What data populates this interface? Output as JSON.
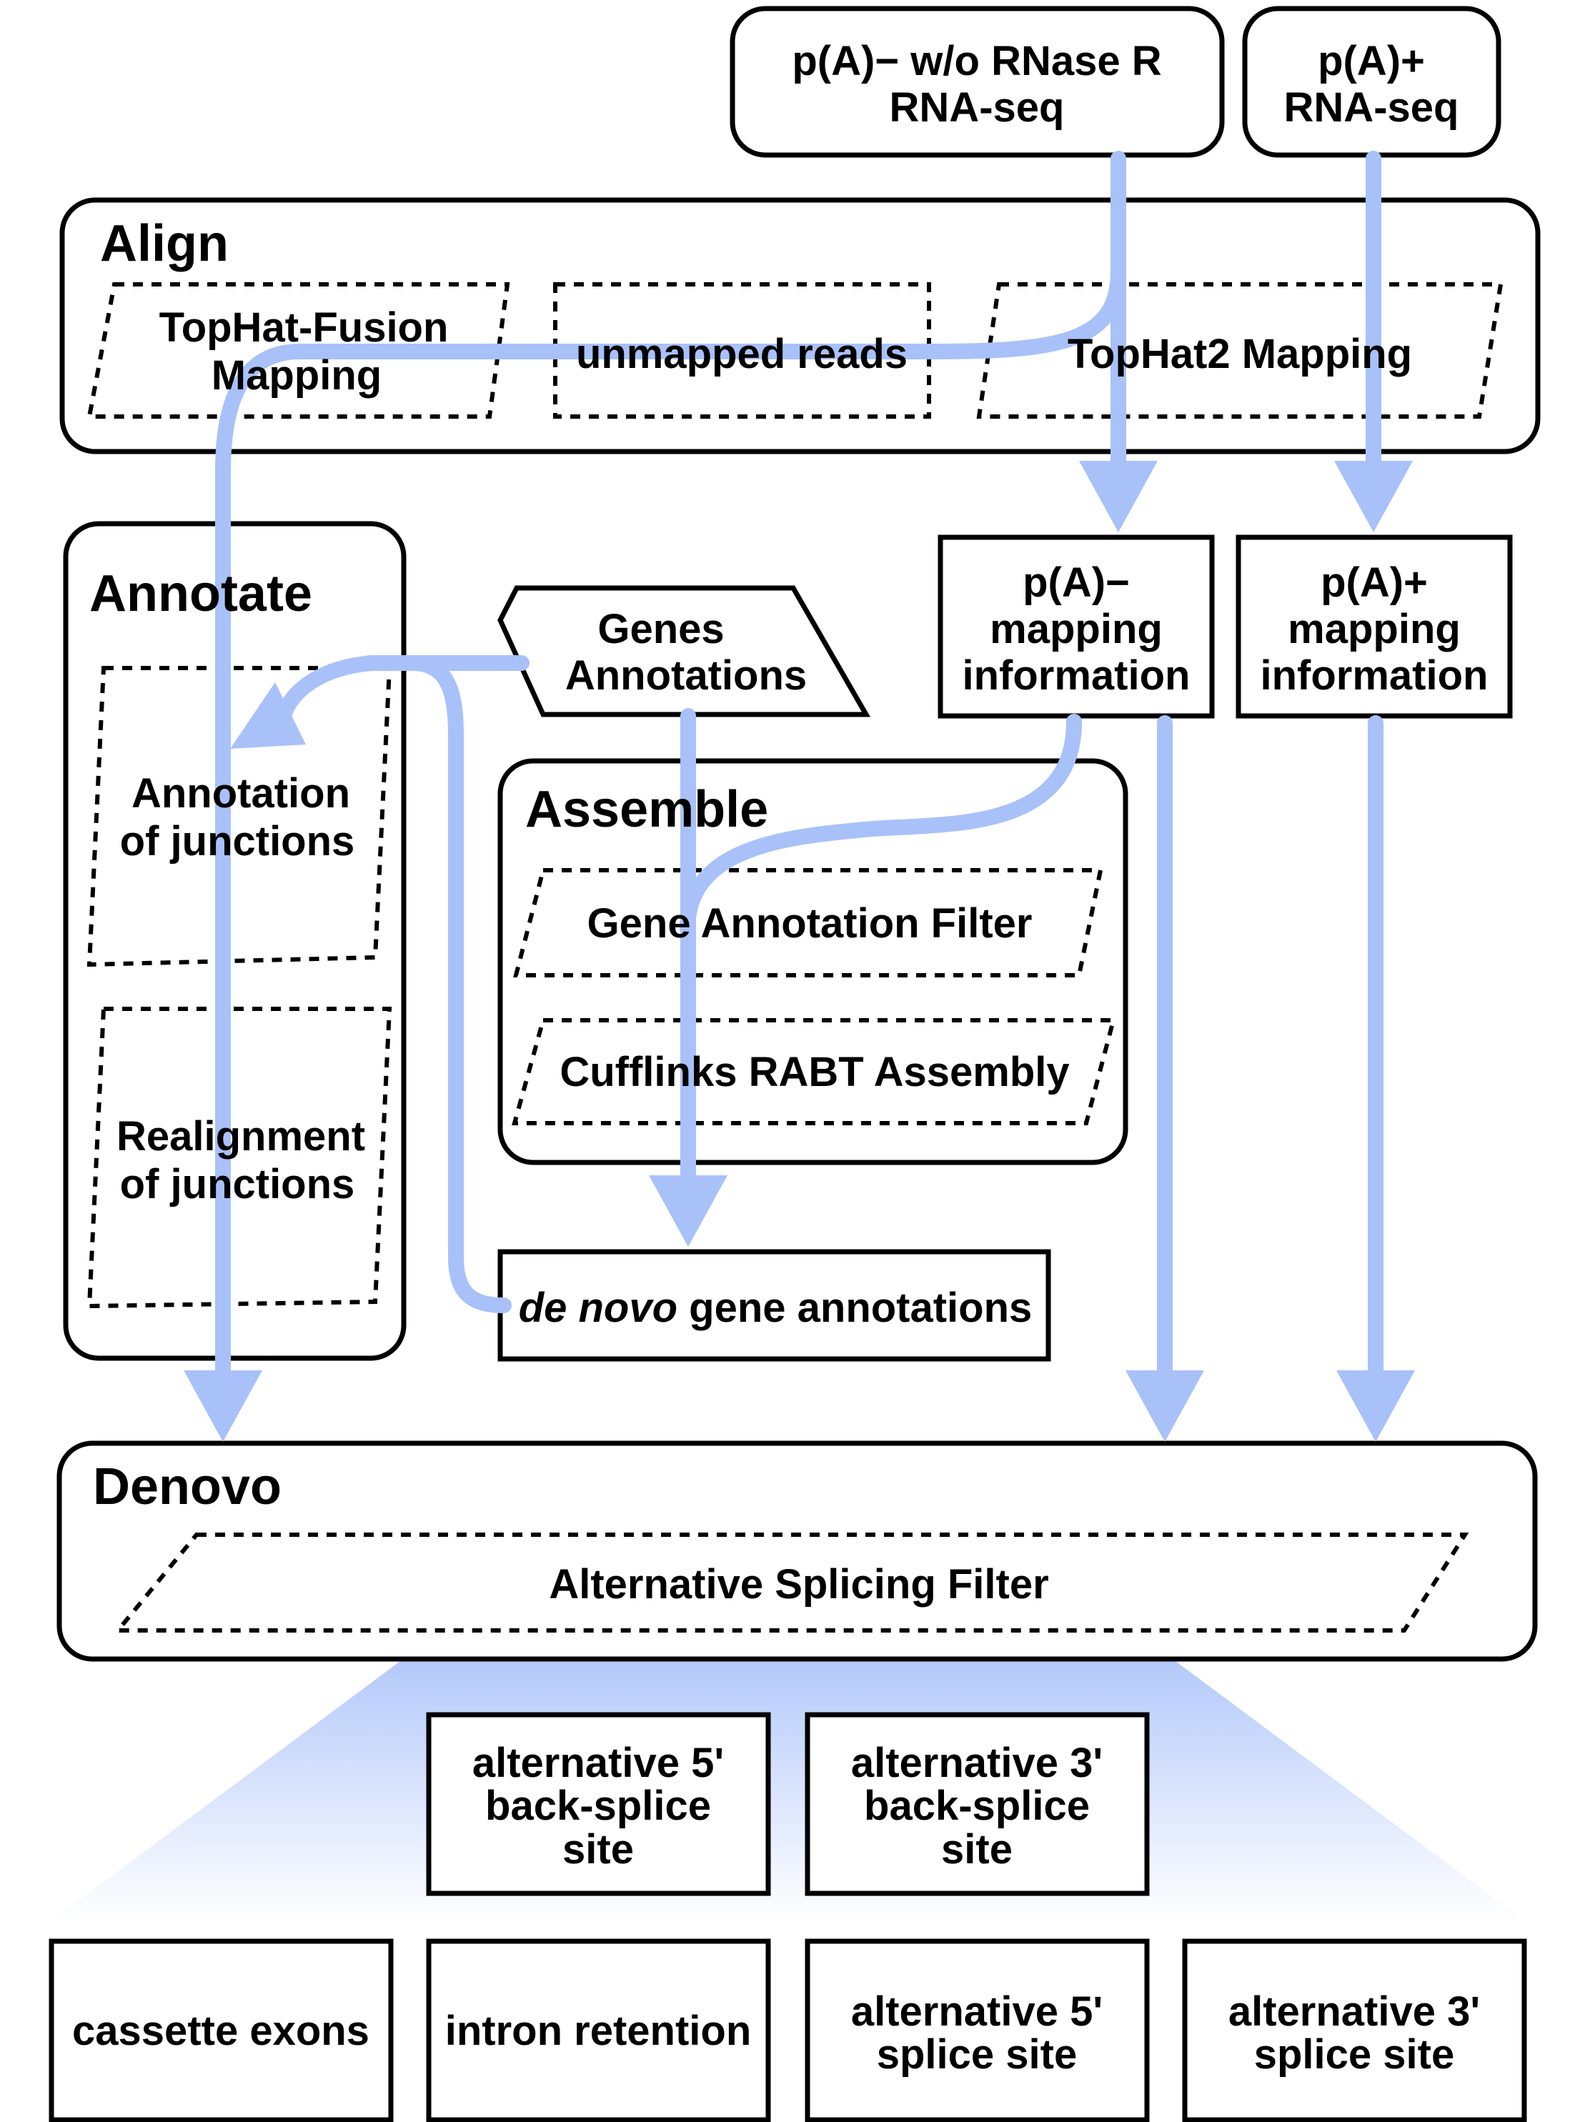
{
  "inputs": {
    "polya_minus": [
      "p(A)− w/o RNase R",
      "RNA-seq"
    ],
    "polya_plus": [
      "p(A)+",
      "RNA-seq"
    ]
  },
  "align": {
    "title": "Align",
    "tophat_fusion": [
      "TopHat-Fusion",
      "Mapping"
    ],
    "unmapped": "unmapped reads",
    "tophat2": "TopHat2 Mapping"
  },
  "mapping": {
    "minus": [
      "p(A)−",
      "mapping",
      "information"
    ],
    "plus": [
      "p(A)+",
      "mapping",
      "information"
    ]
  },
  "annotate": {
    "title": "Annotate",
    "annotation_of_junctions": [
      "Annotation",
      "of junctions"
    ],
    "realignment_of_junctions": [
      "Realignment",
      "of junctions"
    ]
  },
  "genes_annotations": [
    "Genes",
    "Annotations"
  ],
  "assemble": {
    "title": "Assemble",
    "gene_annotation_filter": "Gene Annotation Filter",
    "cufflinks": "Cufflinks RABT Assembly"
  },
  "denovo_annotations": {
    "italic": "de novo",
    "rest": " gene annotations"
  },
  "denovo": {
    "title": "Denovo",
    "filter": "Alternative Splicing Filter"
  },
  "outputs": {
    "alt5_backsplice": [
      "alternative 5'",
      "back-splice",
      "site"
    ],
    "alt3_backsplice": [
      "alternative 3'",
      "back-splice",
      "site"
    ],
    "cassette": "cassette exons",
    "intron": "intron retention",
    "alt5_splice": [
      "alternative 5'",
      "splice site"
    ],
    "alt3_splice": [
      "alternative 3'",
      "splice site"
    ]
  },
  "colors": {
    "flow": "#a8c1f9",
    "fan_top": "#b4c9fa",
    "stroke": "#000000"
  }
}
